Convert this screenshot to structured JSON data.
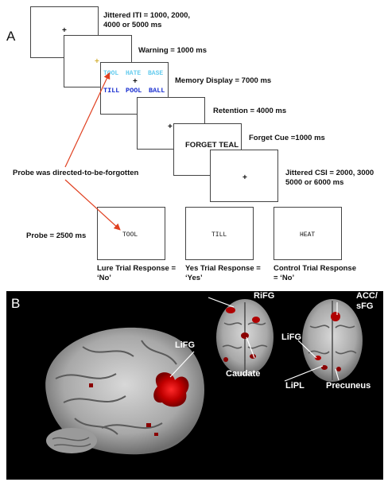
{
  "panel_a": {
    "letter": "A",
    "steps": {
      "iti": "Jittered ITI = 1000, 2000,\n 4000 or 5000 ms",
      "warning": "Warning = 1000 ms",
      "memory_display": "Memory Display = 7000 ms",
      "retention": "Retention  = 4000 ms",
      "forget_cue": "Forget Cue =1000 ms",
      "csi": "Jittered CSI = 2000, 3000\n 5000 or 6000 ms",
      "probe": "Probe = 2500 ms"
    },
    "fixation_symbol": "+",
    "warning_symbol": "+",
    "memory_words_top": [
      "TOOL",
      "HATE",
      "BASE"
    ],
    "memory_words_bottom": [
      "TILL",
      "POOL",
      "BALL"
    ],
    "forget_cue_text": "FORGET TEAL",
    "annotation": "Probe was directed-to-be-forgotten",
    "probes": [
      {
        "word": "TOOL",
        "caption": "Lure Trial Response =\n‘No’"
      },
      {
        "word": "TILL",
        "caption": "Yes Trial Response =\n‘Yes’"
      },
      {
        "word": "HEAT",
        "caption": "Control Trial Response\n= ‘No’"
      }
    ],
    "colors": {
      "top_words": "#66ccee",
      "bottom_words": "#1a2fd0",
      "warning_plus": "#d4b23a",
      "arrow": "#e04020"
    }
  },
  "panel_b": {
    "letter": "B",
    "regions": {
      "lifg_left": "LiFG",
      "rifg": "RiFG",
      "caudate": "Caudate",
      "lifg_axial": "LiFG",
      "lipl": "LiPL",
      "acc_sfg": "ACC/\nsFG",
      "precuneus": "Precuneus"
    },
    "activation_color": "#b00000"
  }
}
